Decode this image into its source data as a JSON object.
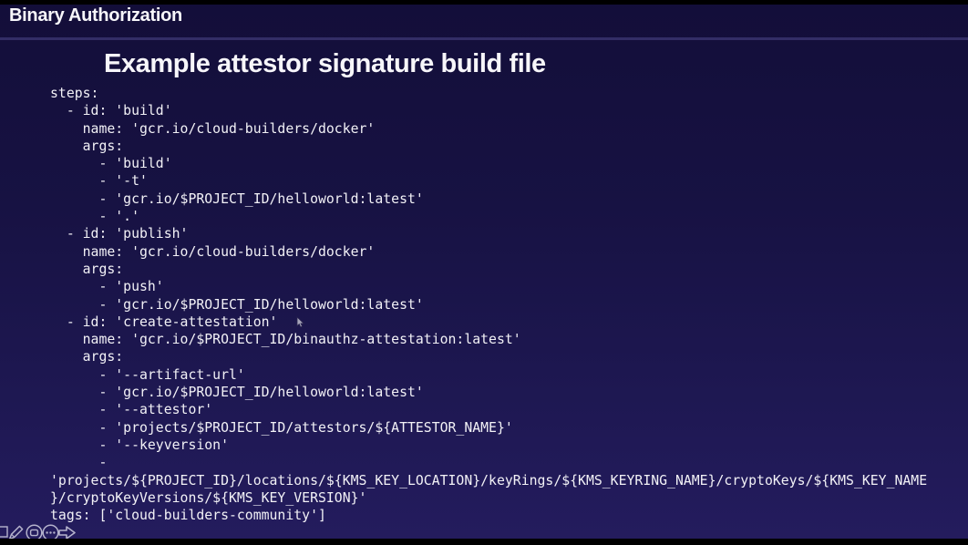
{
  "header": {
    "title": "Binary Authorization"
  },
  "slide": {
    "title": "Example attestor signature build file",
    "code_lines": [
      "steps:",
      "  - id: 'build'",
      "    name: 'gcr.io/cloud-builders/docker'",
      "    args:",
      "      - 'build'",
      "      - '-t'",
      "      - 'gcr.io/$PROJECT_ID/helloworld:latest'",
      "      - '.'",
      "  - id: 'publish'",
      "    name: 'gcr.io/cloud-builders/docker'",
      "    args:",
      "      - 'push'",
      "      - 'gcr.io/$PROJECT_ID/helloworld:latest'",
      "  - id: 'create-attestation'",
      "    name: 'gcr.io/$PROJECT_ID/binauthz-attestation:latest'",
      "    args:",
      "      - '--artifact-url'",
      "      - 'gcr.io/$PROJECT_ID/helloworld:latest'",
      "      - '--attestor'",
      "      - 'projects/$PROJECT_ID/attestors/${ATTESTOR_NAME}'",
      "      - '--keyversion'",
      "      -",
      "'projects/${PROJECT_ID}/locations/${KMS_KEY_LOCATION}/keyRings/${KMS_KEYRING_NAME}/cryptoKeys/${KMS_KEY_NAME",
      "}/cryptoKeyVersions/${KMS_KEY_VERSION}'",
      "tags: ['cloud-builders-community']"
    ]
  },
  "toolbar": {
    "icons": [
      "square-icon",
      "pencil-icon",
      "shapes-icon",
      "more-options-icon",
      "next-arrow-icon"
    ]
  },
  "colors": {
    "background_top": "#130e39",
    "background_bottom": "#241c5e",
    "divider": "#332d66",
    "text": "#f2f1f6",
    "edge_strips": "#000000",
    "toolbar_icon": "#cfcee0"
  }
}
